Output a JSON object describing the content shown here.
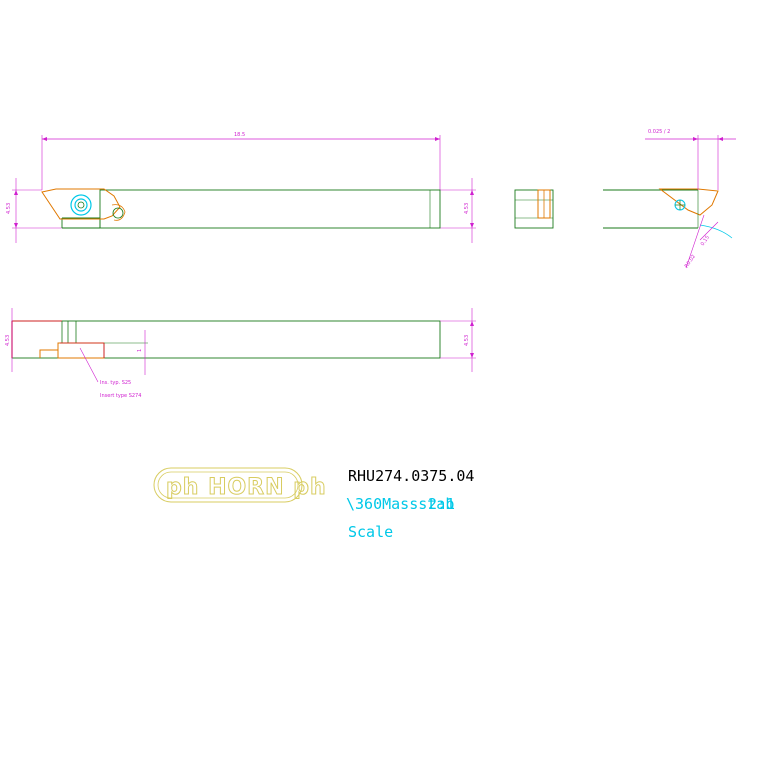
{
  "drawing": {
    "part_number": "RHU274.0375.04",
    "scale_line": "\\360Massstab",
    "scale_value": "2:1",
    "scale_label": "Scale",
    "logo_text": "ph HORN ph",
    "colors": {
      "background": "#ffffff",
      "body_outline": "#1a7a1a",
      "insert_outline": "#e07800",
      "dimension": "#d020d0",
      "red_edge": "#cc2020",
      "logo": "#d8cc60",
      "title_text": "#000000",
      "scale_text": "#00c8e8"
    }
  },
  "dimensions": {
    "length_top": "18.5",
    "height_left": "4.53",
    "height_right": "4.53",
    "front_height": "4.53",
    "side_height_left": "4.53",
    "side_height_right": "4.53",
    "detail_top": "0.025 / 2",
    "detail_angle": "0.15",
    "detail_radius": "R0.02",
    "side_small": "1"
  },
  "notes": {
    "note1": "Ins. typ. S25",
    "note2": "Insert type S274"
  }
}
